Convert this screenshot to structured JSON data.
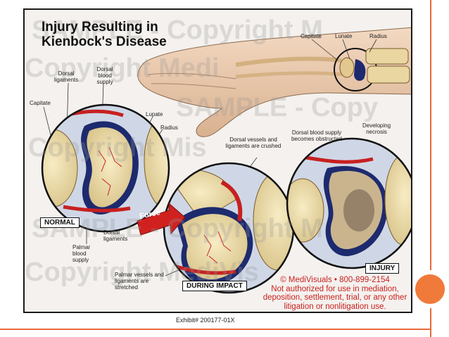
{
  "title": "Injury Resulting in Kienbock's Disease",
  "watermarks": [
    "SAMPLE - Copyright M",
    "Copyright Medi",
    "SAMPLE - Copy",
    "Copyright Mis",
    "SAMPLE - Copyright M",
    "Copyright MediVis"
  ],
  "labels": {
    "capitate_top": "Capitate",
    "lunate_top": "Lunate",
    "radius_top": "Radius",
    "dorsal_ligaments": "Dorsal ligaments",
    "dorsal_blood_supply": "Dorsal blood supply",
    "capitate": "Capitate",
    "lunate": "Lunate",
    "radius": "Radius",
    "dorsal_vessels_crushed": "Dorsal vessels and ligaments are crushed",
    "dorsal_obstructed": "Dorsal blood supply becomes obstructed",
    "developing_necrosis": "Developing necrosis",
    "dorsal_ligaments_bottom": "Dorsal ligaments",
    "palmar_blood_supply": "Palmar blood supply",
    "palmar_stretched": "Palmar vessels and ligaments are stretched",
    "force": "Force"
  },
  "stages": {
    "normal": "NORMAL",
    "during_impact": "DURING IMPACT",
    "injury": "INJURY"
  },
  "copyright": {
    "line1": "© MediVisuals • 800-899-2154",
    "line2": "Not authorized for use in mediation, deposition, settlement, trial, or any other litigation or nonlitigation use."
  },
  "exhibit_id": "Exhibit# 200177-01X",
  "colors": {
    "accent": "#e8693a",
    "copyright_red": "#c8211f",
    "vessel_red": "#d0211f",
    "cartilage_blue": "#1d2a6e",
    "bone": "#efe0b0"
  }
}
